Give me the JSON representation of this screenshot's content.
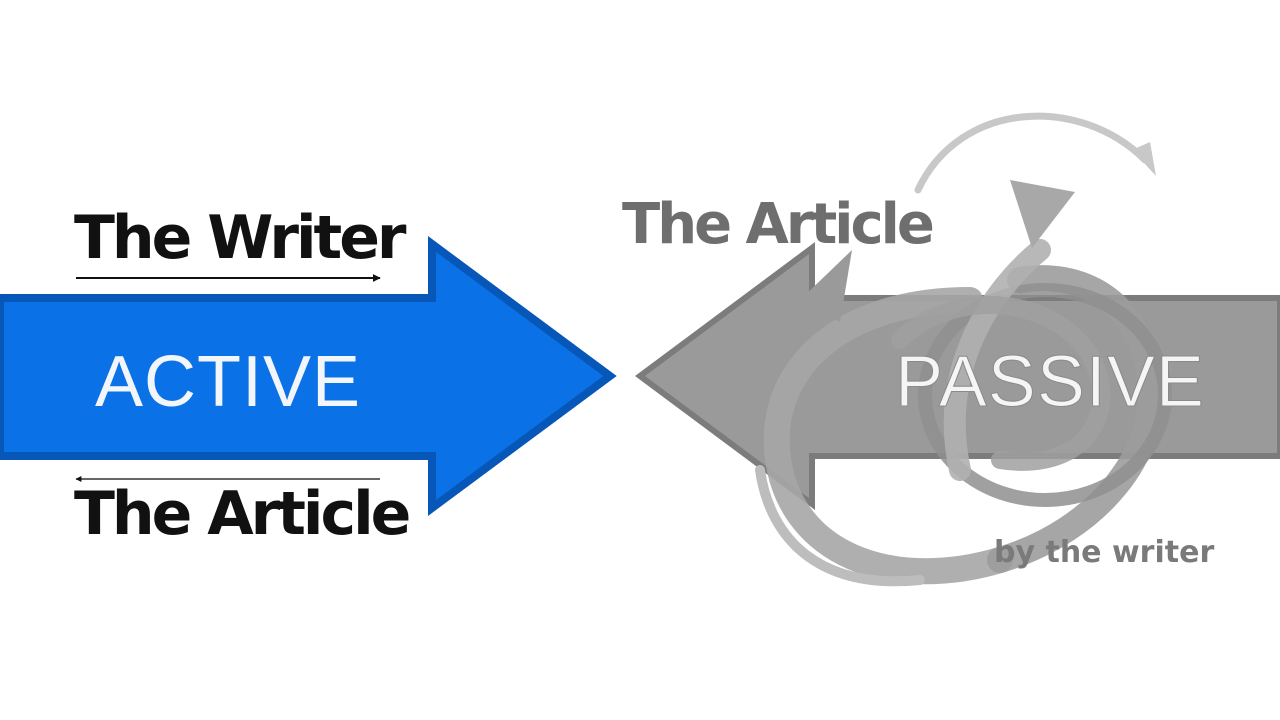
{
  "active": {
    "title": "ACTIVE",
    "subject": "The Writer",
    "object": "The Article",
    "arrow_color": "#0a72e6",
    "arrow_outline": "#0757b8",
    "text_color": "#f2f6fb"
  },
  "passive": {
    "title": "PASSIVE",
    "subject": "The Article",
    "agent": "by the writer",
    "arrow_color": "#9a9a9a",
    "arrow_outline": "#7c7c7c",
    "text_color": "#f5f5f5",
    "label_color": "#6e6e6e"
  },
  "icons": {
    "active_arrow": "right-arrow",
    "passive_arrow": "left-arrow",
    "swirl": "circular-swirl-arrows"
  }
}
